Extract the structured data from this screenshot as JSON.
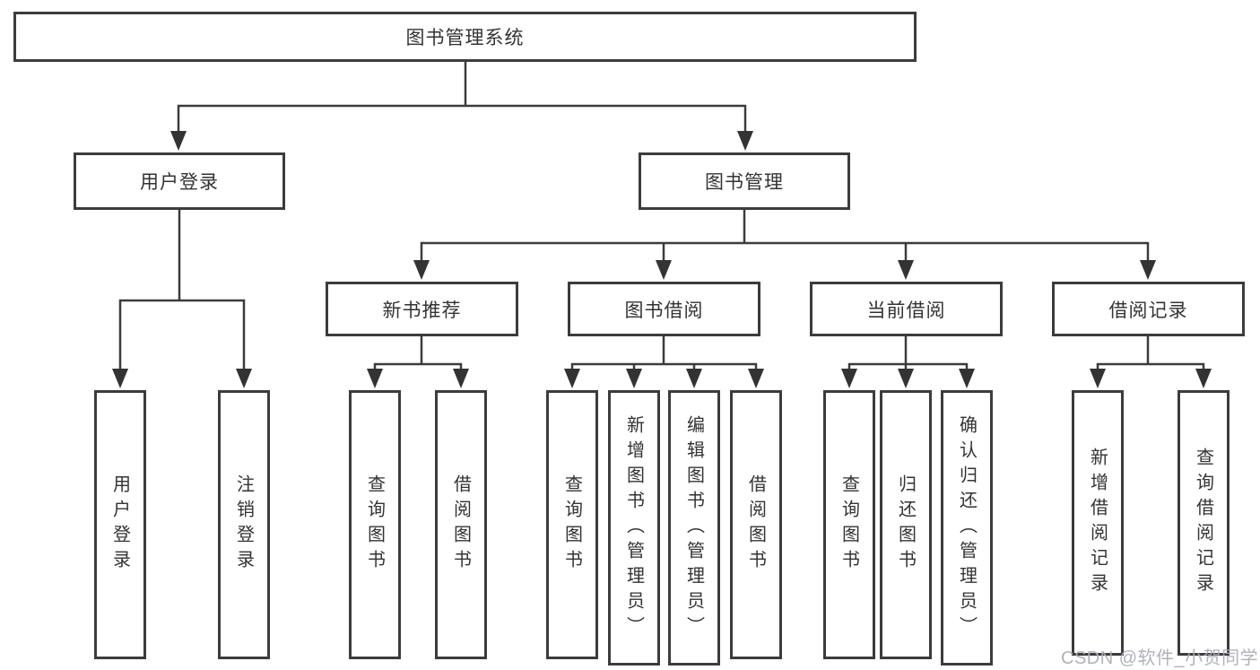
{
  "diagram_type": "hierarchy-tree",
  "colors": {
    "background": "#ffffff",
    "box_fill": "#ffffff",
    "box_border": "#3c3c3c",
    "line": "#3c3c3c",
    "text": "#333333",
    "watermark": "#aaafb8"
  },
  "tree": {
    "label": "图书管理系统",
    "children": [
      {
        "label": "用户登录",
        "children": [
          {
            "label": "用户登录"
          },
          {
            "label": "注销登录"
          }
        ]
      },
      {
        "label": "图书管理",
        "children": [
          {
            "label": "新书推荐",
            "children": [
              {
                "label": "查询图书"
              },
              {
                "label": "借阅图书"
              }
            ]
          },
          {
            "label": "图书借阅",
            "children": [
              {
                "label": "查询图书"
              },
              {
                "label": "新增图书（管理员）"
              },
              {
                "label": "编辑图书（管理员）"
              },
              {
                "label": "借阅图书"
              }
            ]
          },
          {
            "label": "当前借阅",
            "children": [
              {
                "label": "查询图书"
              },
              {
                "label": "归还图书"
              },
              {
                "label": "确认归还（管理员）"
              }
            ]
          },
          {
            "label": "借阅记录",
            "children": [
              {
                "label": "新增借阅记录"
              },
              {
                "label": "查询借阅记录"
              }
            ]
          }
        ]
      }
    ]
  },
  "watermark": {
    "text": "CSDN @软件_小贺同学"
  }
}
